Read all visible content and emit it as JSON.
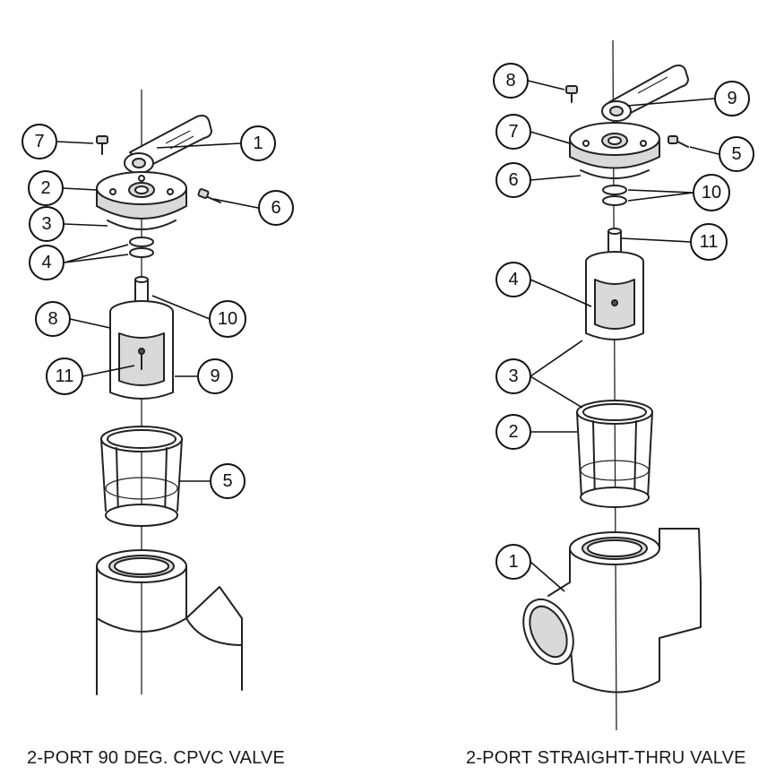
{
  "left_view": {
    "title": "2-PORT 90 DEG. CPVC VALVE",
    "callouts": [
      "1",
      "2",
      "3",
      "4",
      "5",
      "6",
      "7",
      "8",
      "9",
      "10",
      "11"
    ]
  },
  "right_view": {
    "title": "2-PORT STRAIGHT-THRU VALVE",
    "callouts": [
      "1",
      "2",
      "3",
      "4",
      "5",
      "6",
      "7",
      "8",
      "9",
      "10",
      "11"
    ]
  }
}
